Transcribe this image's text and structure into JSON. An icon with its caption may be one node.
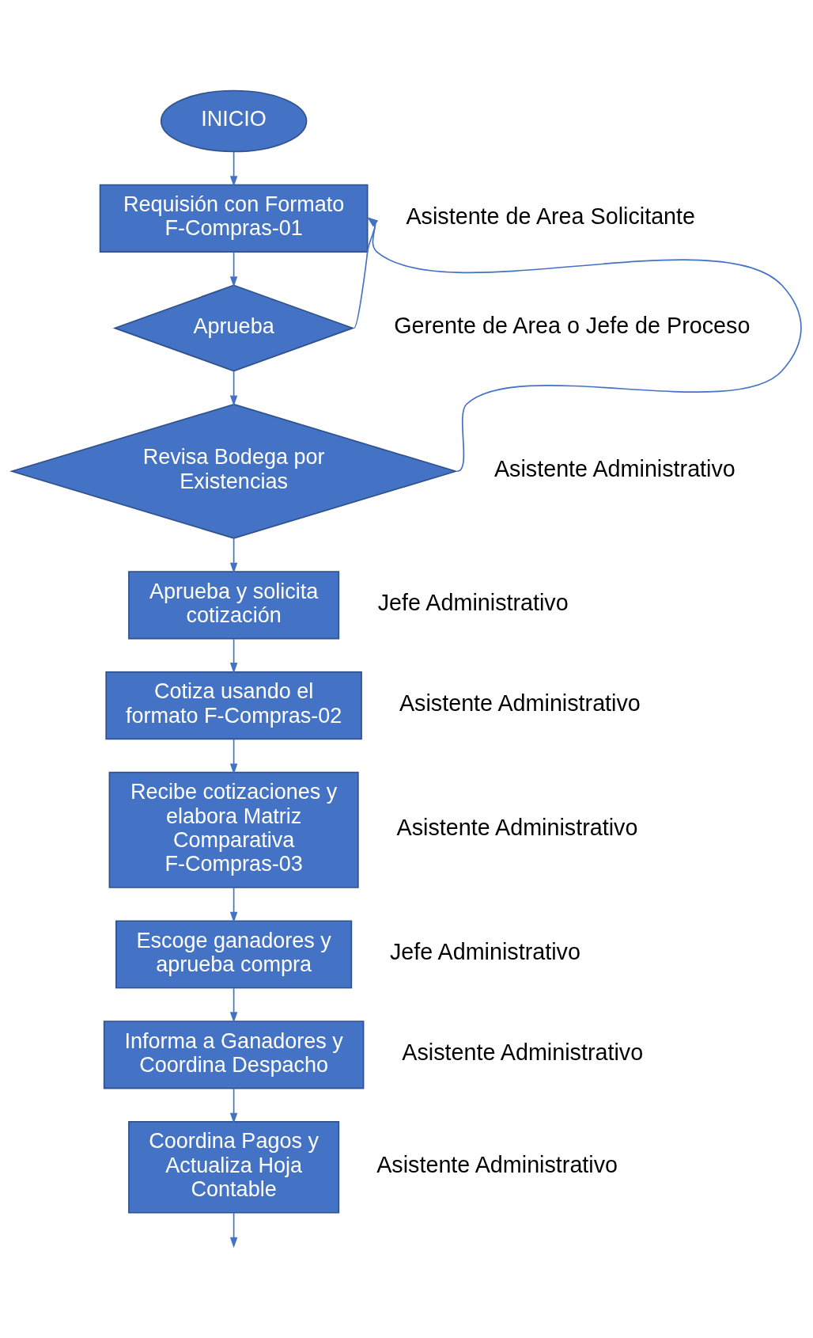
{
  "diagram": {
    "nodes": [
      {
        "text": [
          "INICIO"
        ]
      },
      {
        "text": [
          "Requisión con Formato  F-Compras-01"
        ],
        "beside": [
          "Asistente de Area Solicitante"
        ]
      },
      {
        "text": [
          "Aprueba"
        ],
        "beside": [
          "Gerente de Area o Jefe de Proceso"
        ]
      },
      {
        "text": [
          "Revisa Bodega por Existencias"
        ],
        "beside": [
          "Asistente Administrativo"
        ]
      },
      {
        "text": [
          "Aprueba y solicita cotización"
        ],
        "beside": [
          "Jefe Administrativo"
        ]
      },
      {
        "text": [
          "Cotiza usando el formato F-Compras-02"
        ],
        "beside": [
          "Asistente Administrativo"
        ]
      },
      {
        "text": [
          "Recibe cotizaciones y elabora Matriz Comparativa F-Compras-03"
        ],
        "beside": [
          "Asistente Administrativo"
        ]
      },
      {
        "text": [
          "Escoge ganadores y aprueba compra"
        ],
        "beside": [
          "Jefe Administrativo"
        ]
      },
      {
        "text": [
          "Informa a Ganadores y Coordina Despacho"
        ],
        "beside": [
          "Asistente Administrativo"
        ]
      },
      {
        "text": [
          "Coordina Pagos y Actualiza Hoja Contable"
        ],
        "beside": [
          "Asistente Administrativo"
        ]
      }
    ],
    "edges": [
      {
        "from": 0,
        "to": 1,
        "arrow": "to"
      },
      {
        "from": 1,
        "to": 2,
        "arrow": "to"
      },
      {
        "from": 2,
        "to": 1,
        "arrow": "to"
      },
      {
        "from": 2,
        "to": 3,
        "arrow": "to"
      },
      {
        "from": 3,
        "to": 1,
        "arrow": "to"
      },
      {
        "from": 3,
        "to": 4,
        "arrow": "to"
      },
      {
        "from": 4,
        "to": 5,
        "arrow": "to"
      },
      {
        "from": 5,
        "to": 6,
        "arrow": "to"
      },
      {
        "from": 6,
        "to": 7,
        "arrow": "to"
      },
      {
        "from": 7,
        "to": 8,
        "arrow": "to"
      },
      {
        "from": 8,
        "to": 9,
        "arrow": "to"
      },
      {
        "from": 9,
        "to": null,
        "arrow": "to"
      }
    ]
  }
}
